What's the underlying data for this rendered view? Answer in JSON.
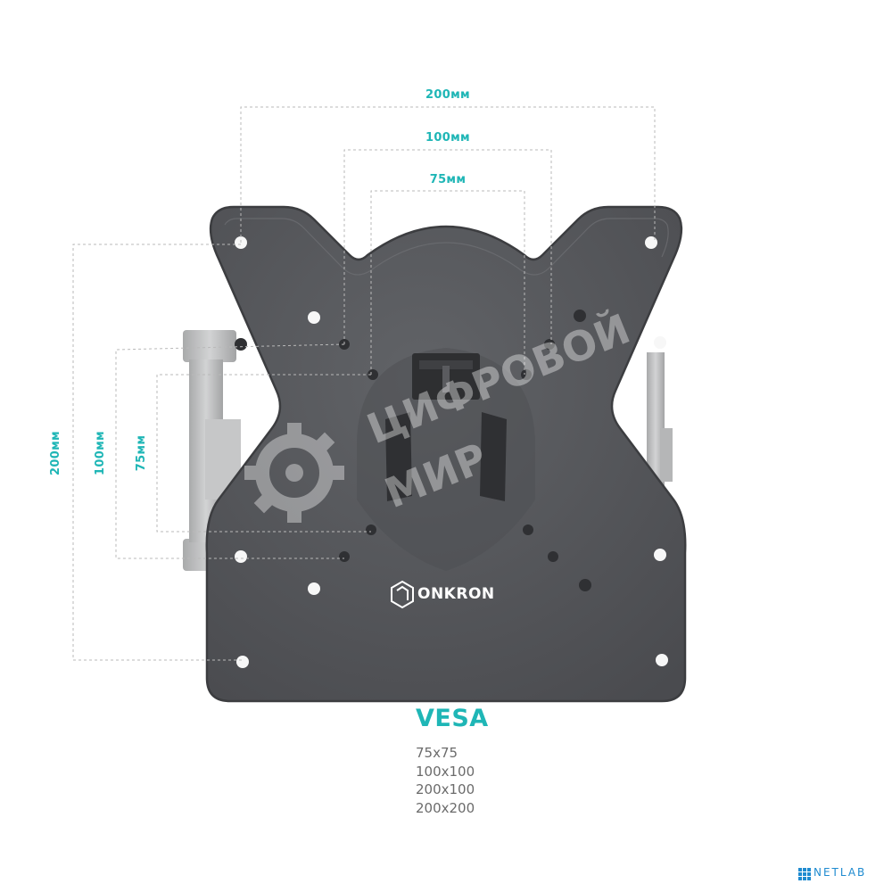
{
  "colors": {
    "accent": "#1fb6b6",
    "plate": "#55575a",
    "plate_edge": "#3c3d40",
    "arm": "#bfc0c1",
    "dashed": "#b9b9b9",
    "watermark": "#ffffff",
    "netlab": "#1f8bd0"
  },
  "dimensions": {
    "horizontal": [
      "200мм",
      "100мм",
      "75мм"
    ],
    "vertical": [
      "200мм",
      "100мм",
      "75мм"
    ]
  },
  "brand": {
    "name": "ONKRON",
    "icon": "onkron-logo-icon"
  },
  "watermark": {
    "line1": "ЦИФРОВОЙ",
    "line2": "МИР",
    "icon": "gear-icon"
  },
  "vesa": {
    "title": "VESA",
    "sizes": [
      "75x75",
      "100x100",
      "200x100",
      "200x200"
    ]
  },
  "footer": {
    "logo_text": "NETLAB",
    "logo_icon": "netlab-grid-icon"
  }
}
